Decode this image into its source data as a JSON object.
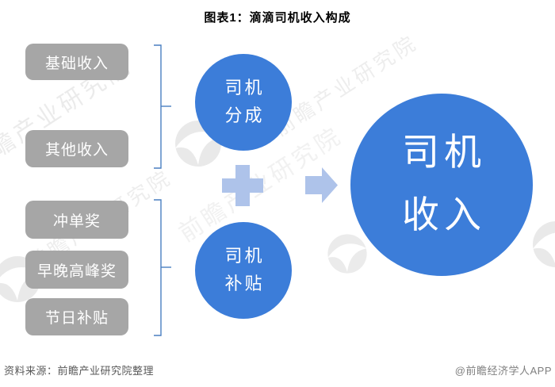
{
  "title": "图表1：滴滴司机收入构成",
  "diagram": {
    "boxes": [
      "基础收入",
      "其他收入",
      "冲单奖",
      "早晚高峰奖",
      "节日补贴"
    ],
    "circles": {
      "share": {
        "lines": [
          "司机",
          "分成"
        ]
      },
      "subsidy": {
        "lines": [
          "司机",
          "补贴"
        ]
      },
      "result": {
        "lines": [
          "司机",
          "收入"
        ]
      }
    }
  },
  "footer": {
    "source": "资料来源：前瞻产业研究院整理",
    "credit": "@前瞻经济学人APP"
  },
  "watermark": {
    "text": "前瞻产业研究院"
  },
  "colors": {
    "circle_blue": "#3c7dd9",
    "connector_light_blue": "#aec3ea",
    "box_gray": "#a6a6a6",
    "bracket_blue": "#4a7fc1",
    "title_black": "#000000",
    "source_gray": "#595959",
    "credit_gray": "#7f7f7f"
  }
}
